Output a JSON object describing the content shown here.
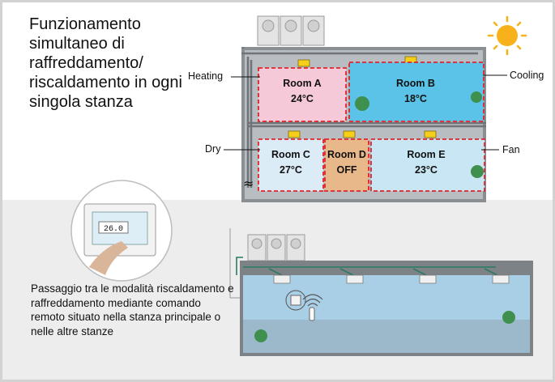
{
  "headline": "Funzionamento simultaneo di raffreddamento/ riscaldamento in ogni singola stanza",
  "side_labels": {
    "heating": "Heating",
    "cooling": "Cooling",
    "dry": "Dry",
    "fan": "Fan"
  },
  "rooms": [
    {
      "name": "Room A",
      "value": "24°C",
      "mode": "Heating"
    },
    {
      "name": "Room B",
      "value": "18°C",
      "mode": "Cooling"
    },
    {
      "name": "Room C",
      "value": "27°C",
      "mode": "Dry"
    },
    {
      "name": "Room D",
      "value": "OFF",
      "mode": "Off"
    },
    {
      "name": "Room E",
      "value": "23°C",
      "mode": "Fan"
    }
  ],
  "remote_display": "26.0",
  "caption": "Passaggio tra le modalità riscaldamento e raffreddamento mediante comando remoto situato nella stanza principale o nelle altre stanze",
  "colors": {
    "heating": "#f6c9d8",
    "cooling": "#5cc3e8",
    "dry": "#dcecf6",
    "off": "#e9b88a",
    "fan": "#c9e6f4",
    "dashed": "#e0242b",
    "pipe": "#2a7a62",
    "sun": "#f7b21b"
  }
}
